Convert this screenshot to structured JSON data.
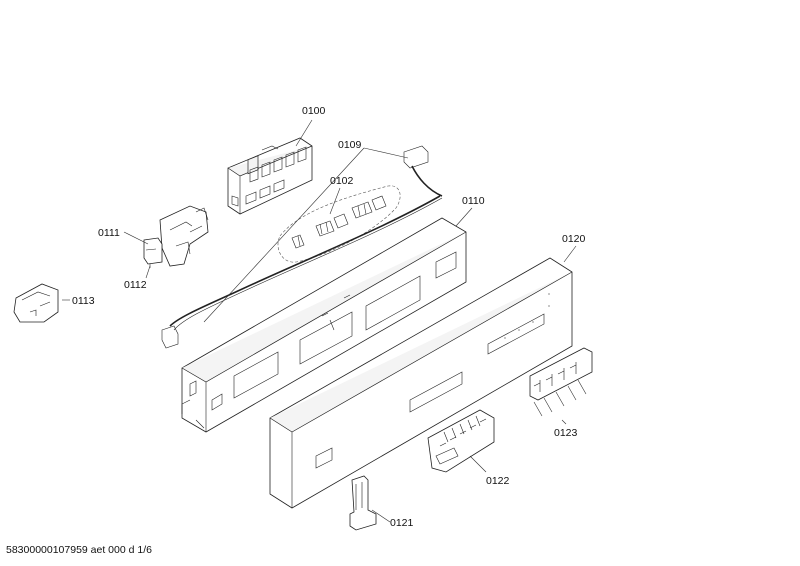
{
  "diagram": {
    "labels": {
      "p0100": "0100",
      "p0109": "0109",
      "p0102": "0102",
      "p0110": "0110",
      "p0111": "0111",
      "p0112": "0112",
      "p0113": "0113",
      "p0120": "0120",
      "p0123": "0123",
      "p0122": "0122",
      "p0121": "0121"
    },
    "footer": "58300000107959 aet 000 d 1/6"
  }
}
